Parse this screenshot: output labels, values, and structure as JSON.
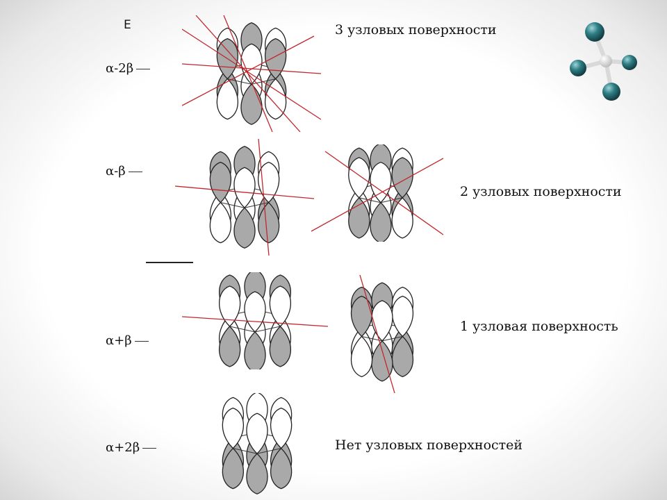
{
  "energy_axis": {
    "label": "E"
  },
  "levels": [
    {
      "energy": "α-2β",
      "caption": "3 узловых поверхности",
      "node_count": 3
    },
    {
      "energy": "α-β",
      "caption": "2 узловых поверхности",
      "node_count": 2
    },
    {
      "energy": "α+β",
      "caption": "1 узловая поверхность",
      "node_count": 1
    },
    {
      "energy": "α+2β",
      "caption": "Нет узловых поверхностей",
      "node_count": 0
    }
  ],
  "colors": {
    "lobe_fill": "#a9a9a9",
    "lobe_outline": "#222222",
    "nodal_line": "#c0272d",
    "atom": "#2f7f86"
  },
  "icons": [
    "tetrahedral-molecule-icon"
  ]
}
